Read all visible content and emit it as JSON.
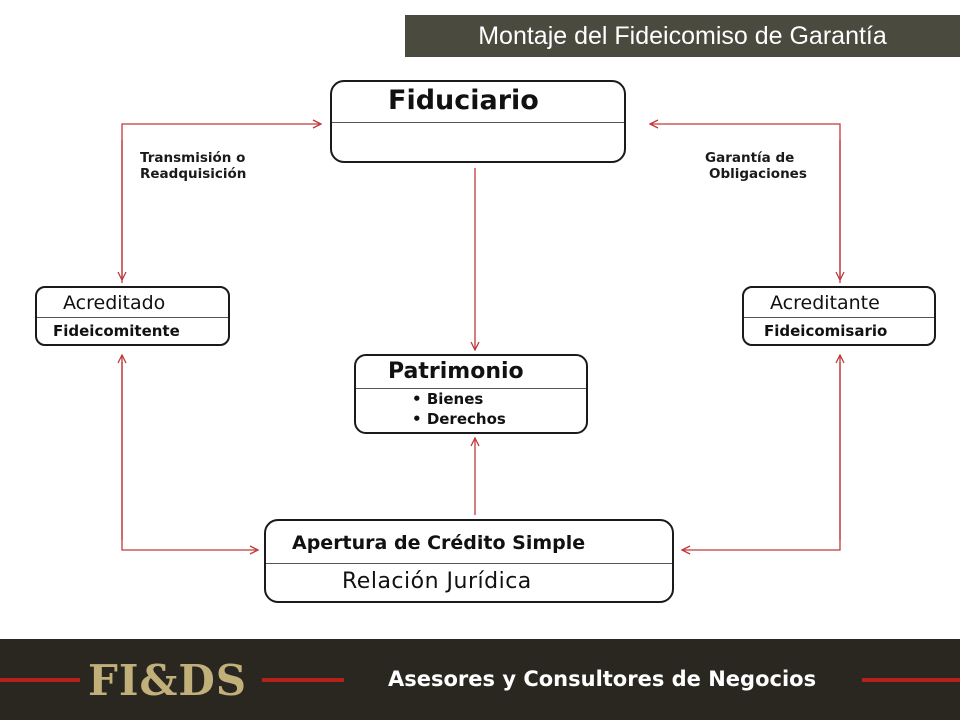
{
  "header": {
    "title": "Montaje del Fideicomiso de Garantía"
  },
  "diagram": {
    "fiduciario": {
      "top": "Fiduciario",
      "bottom": ""
    },
    "acreditado": {
      "top": "Acreditado",
      "bottom": "Fideicomitente"
    },
    "acreditante": {
      "top": "Acreditante",
      "bottom": "Fideicomisario"
    },
    "patrimonio": {
      "top": "Patrimonio",
      "items": [
        "Bienes",
        "Derechos"
      ]
    },
    "apertura": {
      "top": "Apertura de Crédito Simple",
      "bottom": "Relación Jurídica"
    },
    "labels": {
      "left_line1": "Transmisión o",
      "left_line2": "Readquisición",
      "right_line1": "Garantía de",
      "right_line2": "Obligaciones"
    },
    "arrow_color": "#c0393b"
  },
  "footer": {
    "logo": "FI&DS",
    "tagline": "Asesores y Consultores de Negocios",
    "accent_color": "#b3231c",
    "logo_color": "#c2b07a"
  }
}
